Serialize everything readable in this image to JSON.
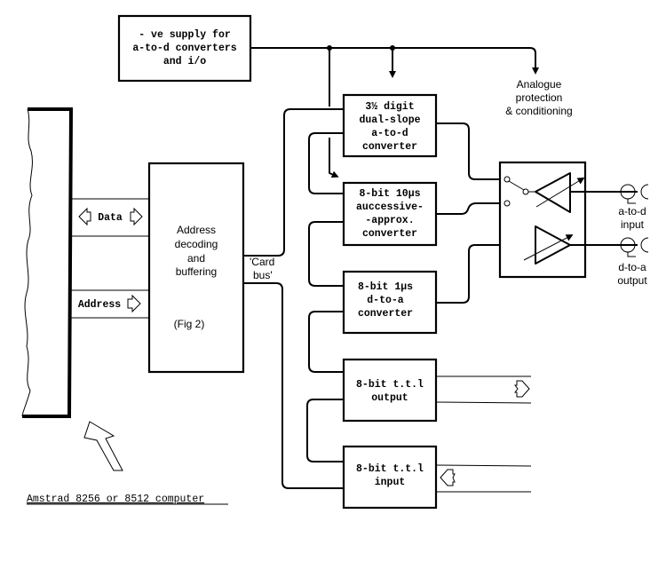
{
  "supply_box": {
    "lines": [
      "- ve supply for",
      "a-to-d converters",
      "and i/o"
    ]
  },
  "analogue_label": {
    "lines": [
      "Analogue",
      "protection",
      "& conditioning"
    ]
  },
  "address_box": {
    "lines": [
      "Address",
      "decoding",
      "and",
      "buffering"
    ],
    "ref": "(Fig 2)"
  },
  "card_bus_label": {
    "lines": [
      "'Card",
      "bus'"
    ]
  },
  "data_bus_label": "Data",
  "address_bus_label": "Address",
  "computer_label": "Amstrad 8256 or 8512 computer",
  "blocks": [
    {
      "lines": [
        "3½ digit",
        "dual-slope",
        "a-to-d",
        "converter"
      ]
    },
    {
      "lines": [
        "8-bit 10µs",
        "auccessive-",
        "-approx.",
        "converter"
      ]
    },
    {
      "lines": [
        "8-bit 1µs",
        "d-to-a",
        "converter"
      ]
    },
    {
      "lines": [
        "8-bit t.t.l",
        "output"
      ]
    },
    {
      "lines": [
        "8-bit t.t.l",
        "input"
      ]
    }
  ],
  "connectors": {
    "adc_input": {
      "lines": [
        "a-to-d",
        "input"
      ]
    },
    "dac_output": {
      "lines": [
        "d-to-a",
        "output"
      ]
    }
  }
}
